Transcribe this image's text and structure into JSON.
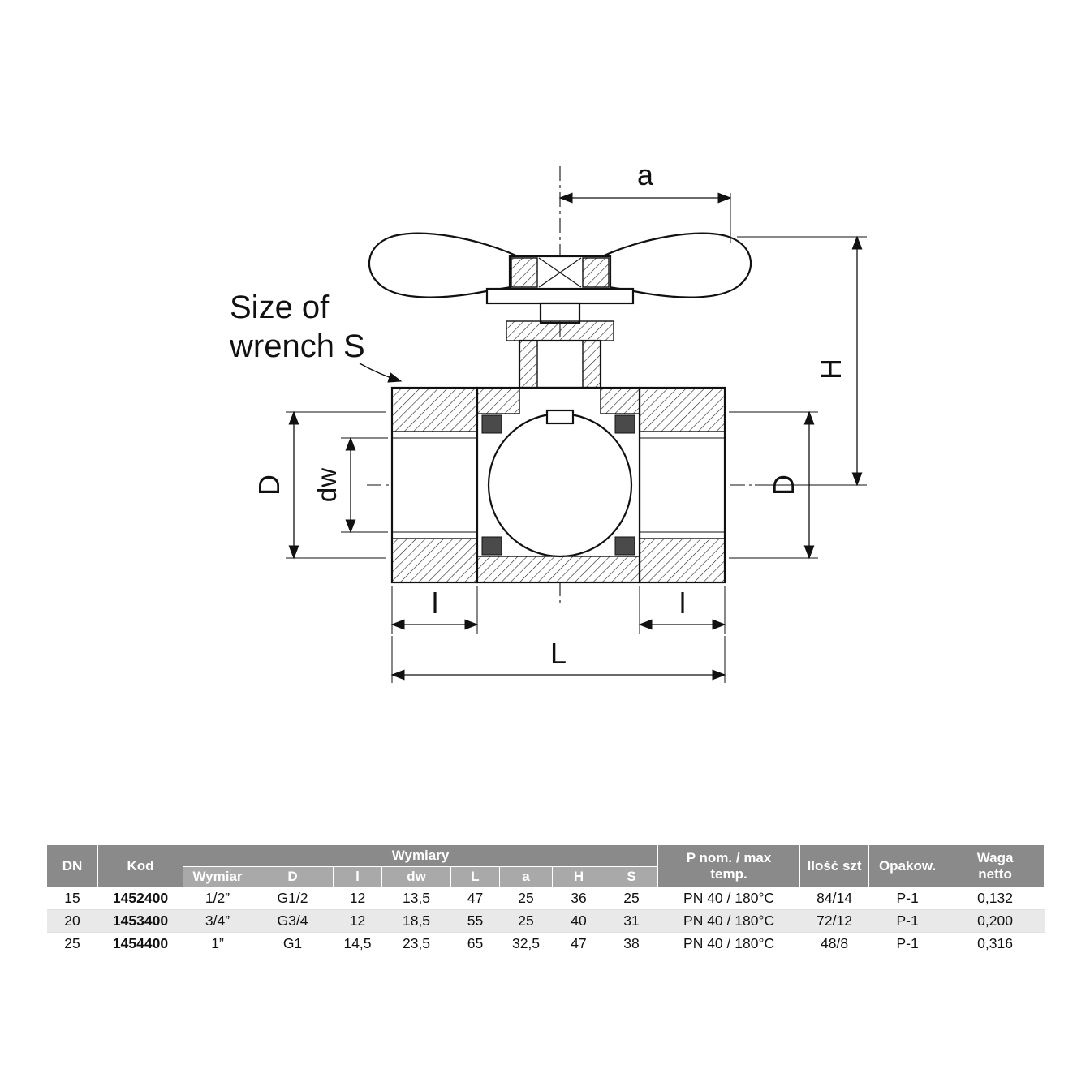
{
  "drawing": {
    "labels": {
      "a": "a",
      "H": "H",
      "D": "D",
      "dw": "dw",
      "l": "l",
      "L": "L",
      "note_line1": "Size of",
      "note_line2": "wrench S"
    }
  },
  "table": {
    "header": {
      "dn": "DN",
      "kod": "Kod",
      "wymiary_group": "Wymiary",
      "sub": [
        "Wymiar",
        "D",
        "l",
        "dw",
        "L",
        "a",
        "H",
        "S"
      ],
      "p_line1": "P nom. / max",
      "p_line2": "temp.",
      "ilosc": "Ilość szt",
      "opakow": "Opakow.",
      "waga_line1": "Waga",
      "waga_line2": "netto"
    },
    "rows": [
      {
        "dn": "15",
        "kod": "1452400",
        "wymiar": "1/2”",
        "d": "G1/2",
        "l": "12",
        "dw": "13,5",
        "ll": "47",
        "a": "25",
        "h": "36",
        "s": "25",
        "p": "PN 40 / 180°C",
        "ilosc": "84/14",
        "opak": "P-1",
        "waga": "0,132"
      },
      {
        "dn": "20",
        "kod": "1453400",
        "wymiar": "3/4”",
        "d": "G3/4",
        "l": "12",
        "dw": "18,5",
        "ll": "55",
        "a": "25",
        "h": "40",
        "s": "31",
        "p": "PN 40 / 180°C",
        "ilosc": "72/12",
        "opak": "P-1",
        "waga": "0,200"
      },
      {
        "dn": "25",
        "kod": "1454400",
        "wymiar": "1”",
        "d": "G1",
        "l": "14,5",
        "dw": "23,5",
        "ll": "65",
        "a": "32,5",
        "h": "47",
        "s": "38",
        "p": "PN 40 / 180°C",
        "ilosc": "48/8",
        "opak": "P-1",
        "waga": "0,316"
      }
    ],
    "colors": {
      "header_dark": "#8a8a8a",
      "header_light": "#a9a9a9",
      "row_alt": "#e9e9e9"
    }
  }
}
